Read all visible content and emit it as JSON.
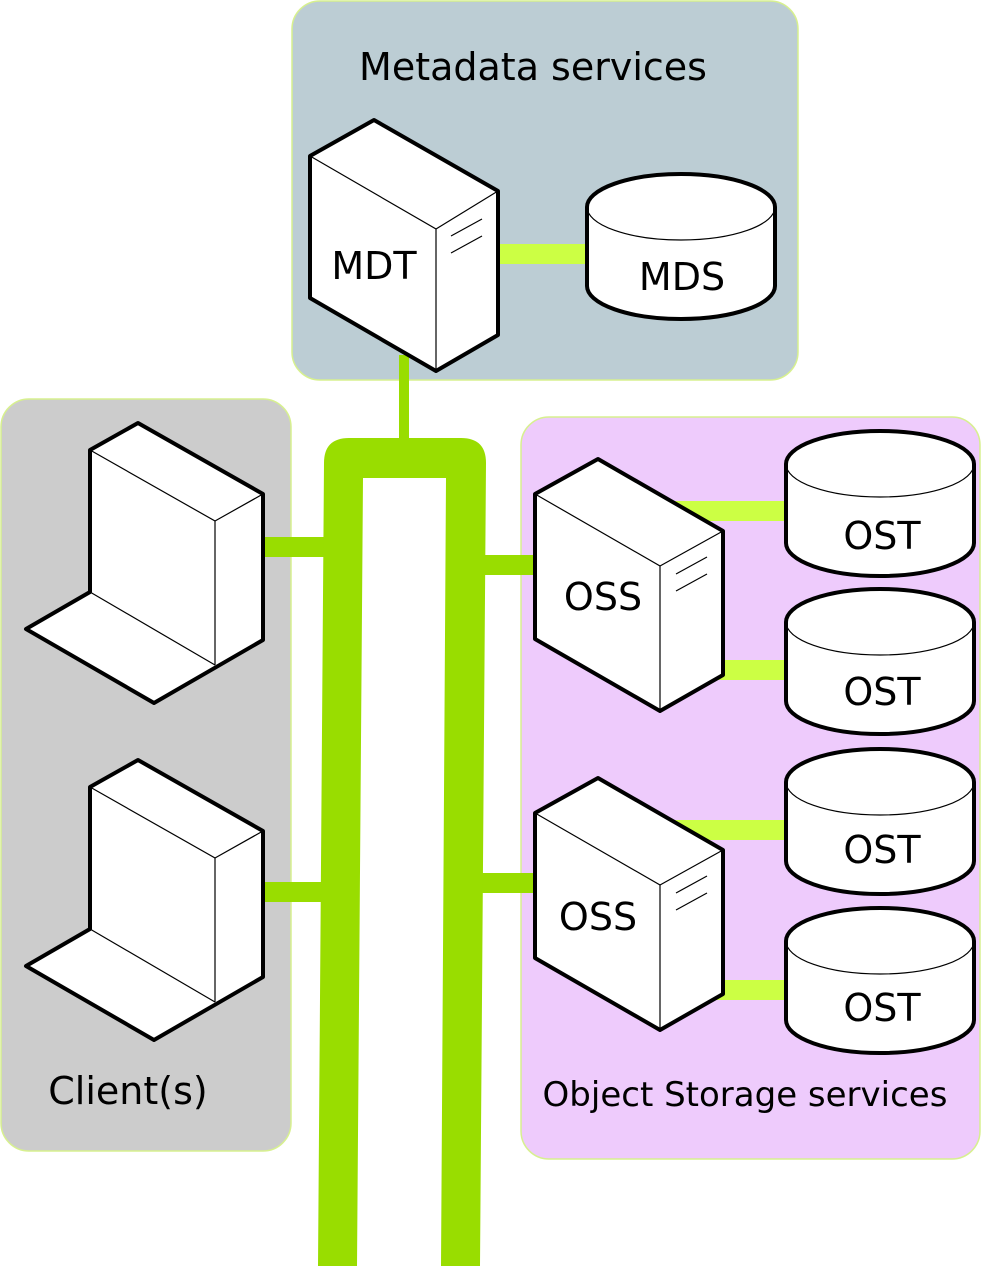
{
  "diagram": {
    "colors": {
      "background": "#ffffff",
      "metadata_panel": "#bccdd4",
      "clients_panel": "#cccccc",
      "storage_panel": "#eecbfc",
      "panel_border": "#d7f08f",
      "network": "#99dd00",
      "link_light": "#ccff44",
      "outline": "#000000",
      "node_fill": "#ffffff"
    },
    "groups": {
      "metadata": {
        "label": "Metadata services"
      },
      "clients": {
        "label": "Client(s)"
      },
      "storage": {
        "label": "Object Storage services"
      }
    },
    "nodes": {
      "mdt": {
        "label": "MDT",
        "icon": "server-icon"
      },
      "mds": {
        "label": "MDS",
        "icon": "disk-icon"
      },
      "oss1": {
        "label": "OSS",
        "icon": "server-icon"
      },
      "oss2": {
        "label": "OSS",
        "icon": "server-icon"
      },
      "ost1": {
        "label": "OST",
        "icon": "disk-icon"
      },
      "ost2": {
        "label": "OST",
        "icon": "disk-icon"
      },
      "ost3": {
        "label": "OST",
        "icon": "disk-icon"
      },
      "ost4": {
        "label": "OST",
        "icon": "disk-icon"
      },
      "client1": {
        "icon": "client-workstation-icon"
      },
      "client2": {
        "icon": "client-workstation-icon"
      }
    },
    "edges": [
      {
        "from": "mdt",
        "to": "mds"
      },
      {
        "from": "mdt",
        "to": "network"
      },
      {
        "from": "client1",
        "to": "network"
      },
      {
        "from": "client2",
        "to": "network"
      },
      {
        "from": "oss1",
        "to": "network"
      },
      {
        "from": "oss2",
        "to": "network"
      },
      {
        "from": "oss1",
        "to": "ost1"
      },
      {
        "from": "oss1",
        "to": "ost2"
      },
      {
        "from": "oss2",
        "to": "ost3"
      },
      {
        "from": "oss2",
        "to": "ost4"
      }
    ]
  }
}
